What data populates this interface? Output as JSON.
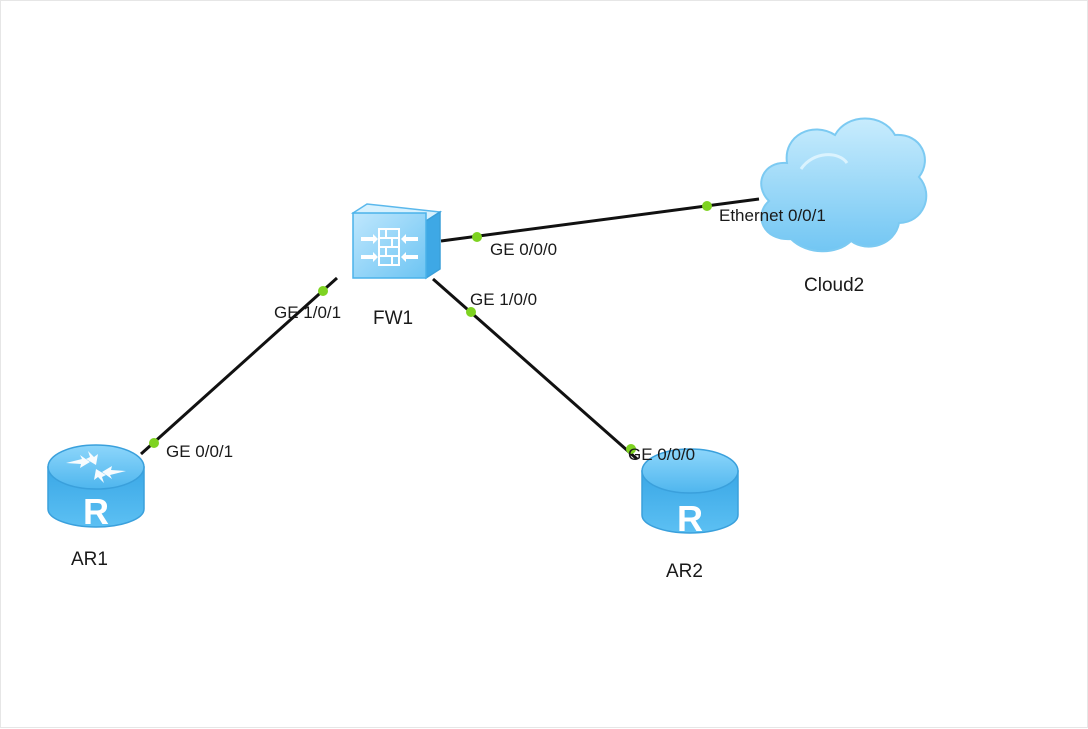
{
  "devices": {
    "fw1": {
      "name": "FW1",
      "icon": "firewall-icon"
    },
    "ar1": {
      "name": "AR1",
      "icon": "router-icon",
      "glyph": "R"
    },
    "ar2": {
      "name": "AR2",
      "icon": "router-icon",
      "glyph": "R"
    },
    "cloud2": {
      "name": "Cloud2",
      "icon": "cloud-icon"
    }
  },
  "links": [
    {
      "from": "FW1",
      "from_port": "GE 0/0/0",
      "to": "Cloud2",
      "to_port": "Ethernet 0/0/1"
    },
    {
      "from": "FW1",
      "from_port": "GE 1/0/1",
      "to": "AR1",
      "to_port": "GE 0/0/1"
    },
    {
      "from": "FW1",
      "from_port": "GE 1/0/0",
      "to": "AR2",
      "to_port": "GE 0/0/0"
    }
  ],
  "colors": {
    "link": "#111111",
    "port_dot": "#7ed321",
    "device_blue": "#4fb6ee",
    "cloud_blue": "#8fd3f7"
  }
}
